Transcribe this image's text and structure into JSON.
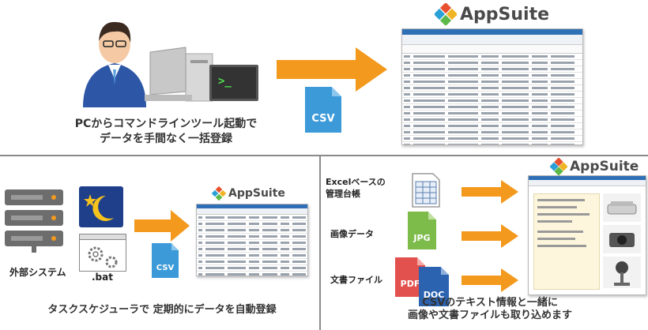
{
  "brand": {
    "name": "AppSuite"
  },
  "top": {
    "caption_line1": "PCからコマンドラインツール起動で",
    "caption_line2": "データを手間なく一括登録",
    "terminal_prompt": ">_",
    "file_label": "CSV"
  },
  "bottom_left": {
    "server_label": "外部システム",
    "bat_label": ".bat",
    "file_label": "CSV",
    "caption": "タスクスケジューラで 定期的にデータを自動登録"
  },
  "bottom_right": {
    "excel_label_line1": "Excelベースの",
    "excel_label_line2": "管理台帳",
    "image_label": "画像データ",
    "doc_label": "文書ファイル",
    "jpg_label": "JPG",
    "pdf_label": "PDF",
    "doc_icon_label": "DOC",
    "caption_line1": "CSVのテキスト情報と一緒に",
    "caption_line2": "画像や文書ファイルも取り込めます"
  },
  "colors": {
    "arrow": "#f39a1e",
    "csv_file": "#3c9ad8",
    "jpg_file": "#7dbb4b",
    "pdf_file": "#e2514d",
    "doc_file": "#2b63b0",
    "divider": "#8a8a8a"
  }
}
